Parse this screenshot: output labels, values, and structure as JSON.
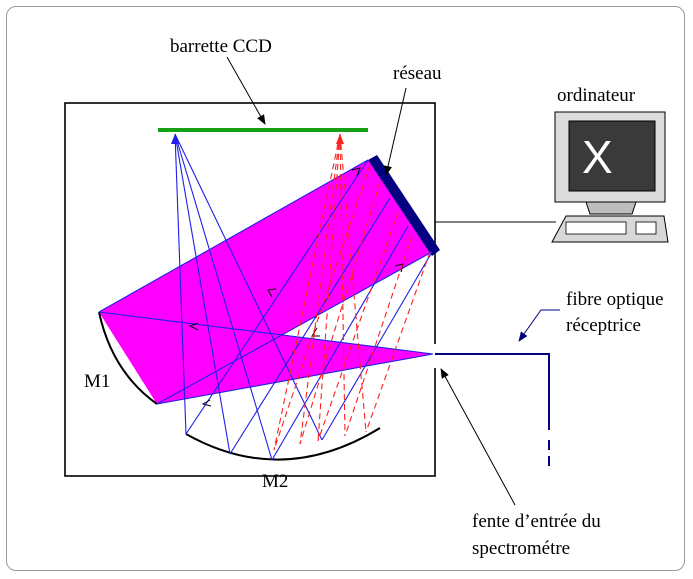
{
  "labels": {
    "ccd": "barrette CCD",
    "grating": "réseau",
    "computer": "ordinateur",
    "fiber_line1": "fibre optique",
    "fiber_line2": "réceptrice",
    "slit_line1": "fente d’entrée du",
    "slit_line2": "spectrométre",
    "mirror1": "M1",
    "mirror2": "M2",
    "screen_glyph": "X"
  },
  "colors": {
    "beam_fill": "#ff00ff",
    "ray_blue": "#1f1fe6",
    "ray_red": "#ff2020",
    "ccd_green": "#15a015",
    "grating_navy": "#000080",
    "fiber_navy": "#000080"
  }
}
